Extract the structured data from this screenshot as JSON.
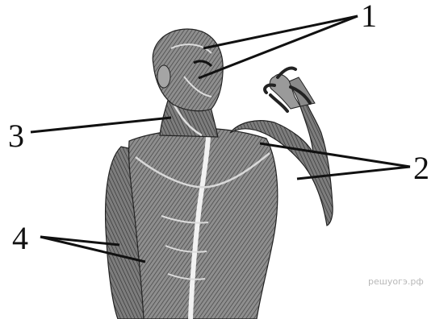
{
  "labels": {
    "one": "1",
    "two": "2",
    "three": "3",
    "four": "4"
  },
  "watermark": "решуогэ.рф",
  "illustration": "engraving-style anatomical drawing of human muscles (head, neck, torso, raised left arm)"
}
